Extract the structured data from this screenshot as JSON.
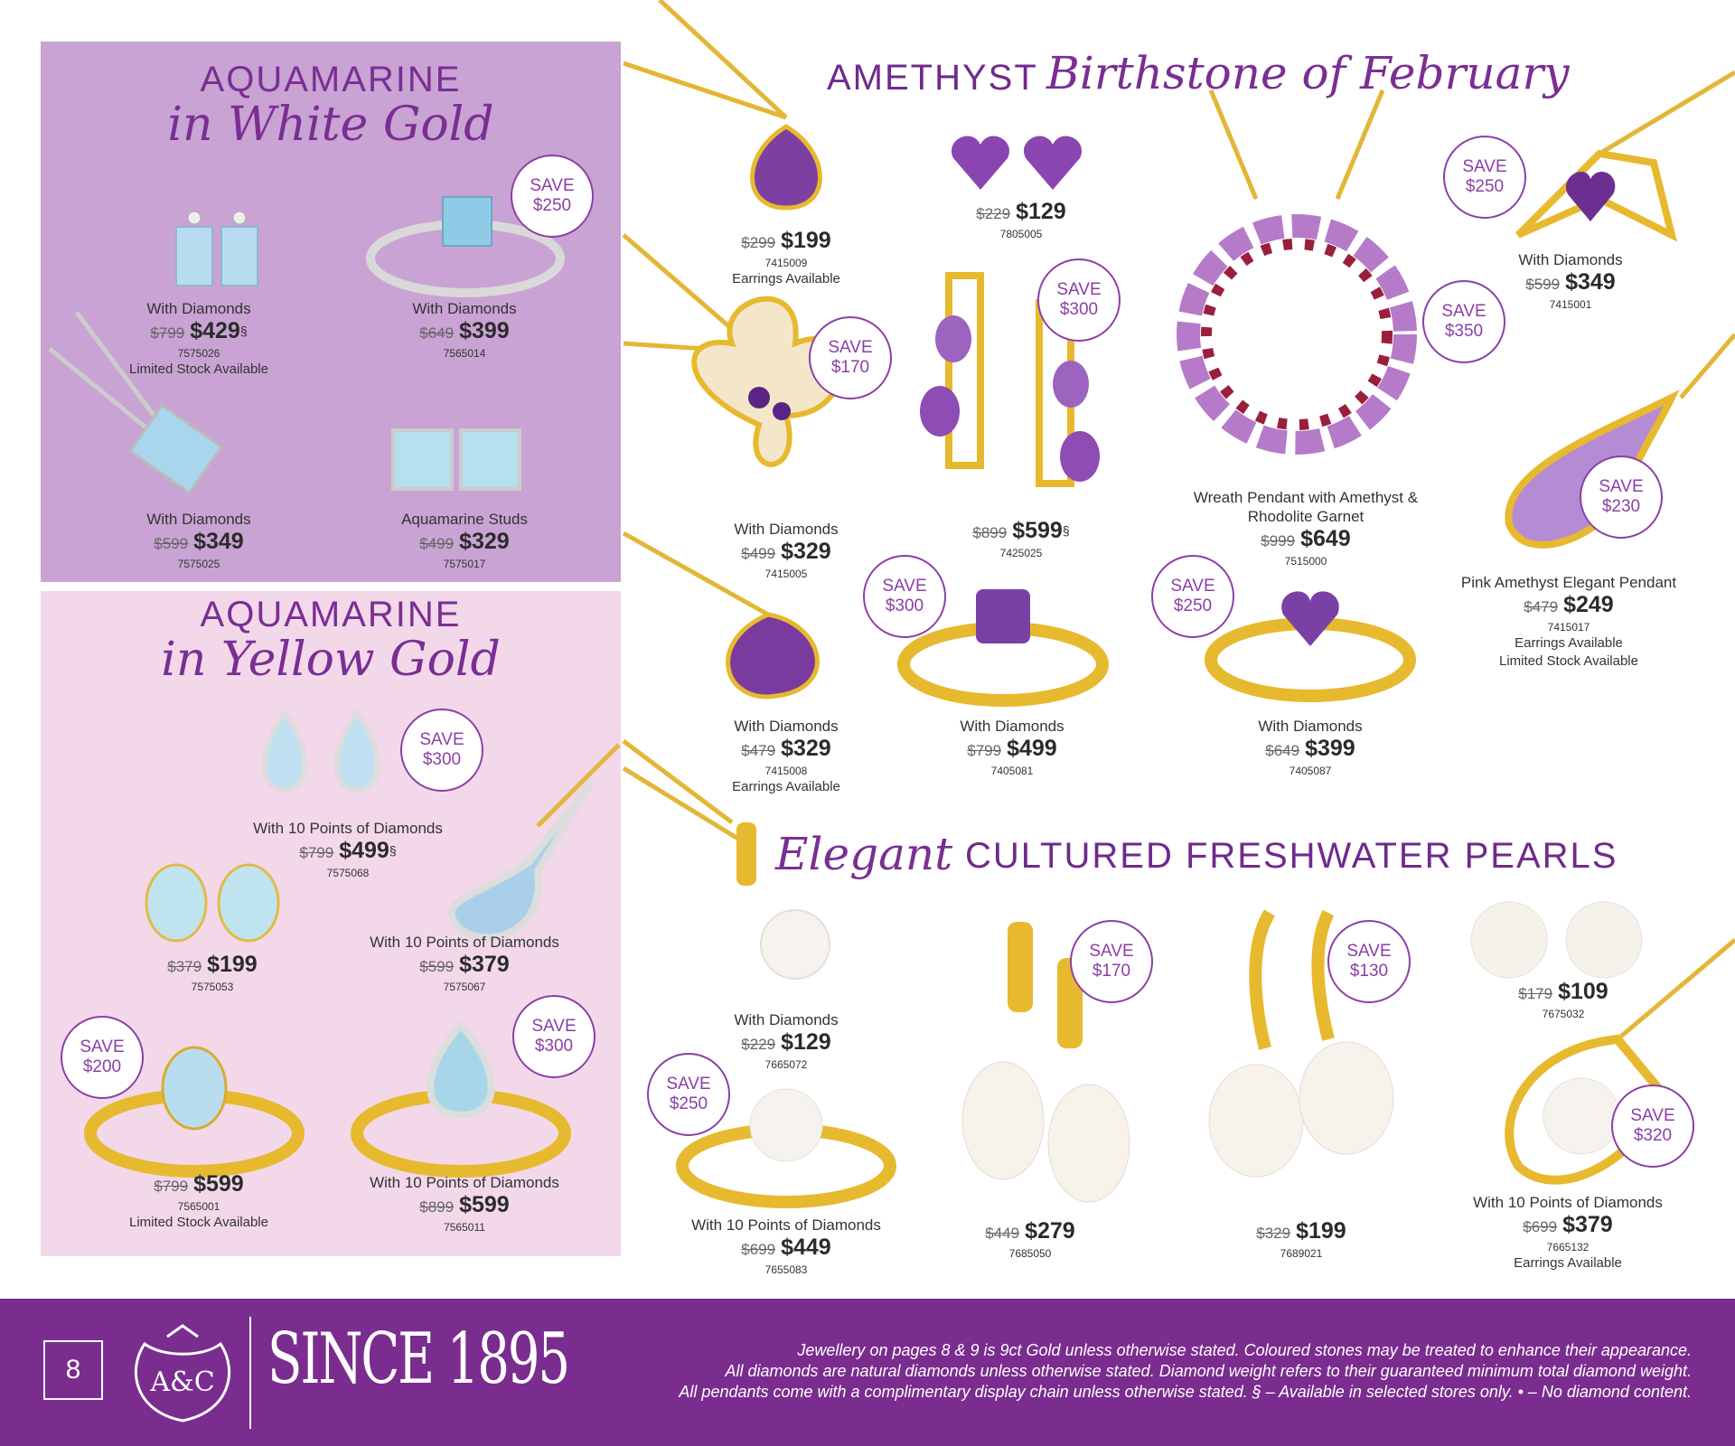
{
  "colors": {
    "purple": "#7b2c8f",
    "lilac_panel": "#c9a3d3",
    "pink_panel": "#f3d8ea",
    "gold": "#e7b92e",
    "amethyst": "#7d3fa0",
    "aquamarine": "#a8d8ec"
  },
  "panel_white_gold": {
    "title": "AQUAMARINE",
    "script": "in White Gold",
    "products": [
      {
        "desc": "With Diamonds",
        "old": "$799",
        "price": "$429",
        "sup": "§",
        "sku": "7575026",
        "note": "Limited Stock Available"
      },
      {
        "desc": "With Diamonds",
        "old": "$649",
        "price": "$399",
        "sku": "7565014"
      },
      {
        "desc": "With Diamonds",
        "old": "$599",
        "price": "$349",
        "sku": "7575025"
      },
      {
        "desc": "Aquamarine Studs",
        "old": "$499",
        "price": "$329",
        "sku": "7575017"
      }
    ],
    "save": [
      {
        "l1": "SAVE",
        "l2": "$250"
      }
    ]
  },
  "panel_yellow_gold": {
    "title": "AQUAMARINE",
    "script": "in Yellow Gold",
    "products": [
      {
        "desc": "With 10 Points of Diamonds",
        "old": "$799",
        "price": "$499",
        "sup": "§",
        "sku": "7575068"
      },
      {
        "desc": "With 10 Points of Diamonds",
        "old": "$599",
        "price": "$379",
        "sku": "7575067"
      },
      {
        "old": "$379",
        "price": "$199",
        "sku": "7575053"
      },
      {
        "old": "$799",
        "price": "$599",
        "sku": "7565001",
        "note": "Limited Stock Available"
      },
      {
        "desc": "With 10 Points of Diamonds",
        "old": "$899",
        "price": "$599",
        "sku": "7565011"
      }
    ],
    "save": [
      {
        "l1": "SAVE",
        "l2": "$300"
      },
      {
        "l1": "SAVE",
        "l2": "$200"
      },
      {
        "l1": "SAVE",
        "l2": "$300"
      }
    ]
  },
  "amethyst": {
    "title": "AMETHYST",
    "script": "Birthstone of February",
    "products": [
      {
        "old": "$299",
        "price": "$199",
        "sku": "7415009",
        "note": "Earrings Available"
      },
      {
        "old": "$229",
        "price": "$129",
        "sku": "7805005"
      },
      {
        "desc": "With Diamonds",
        "old": "$599",
        "price": "$349",
        "sku": "7415001"
      },
      {
        "desc": "With Diamonds",
        "old": "$499",
        "price": "$329",
        "sku": "7415005"
      },
      {
        "old": "$899",
        "price": "$599",
        "sup": "§",
        "sku": "7425025"
      },
      {
        "desc": "Wreath Pendant with Amethyst & Rhodolite Garnet",
        "old": "$999",
        "price": "$649",
        "sku": "7515000"
      },
      {
        "desc": "Pink Amethyst Elegant Pendant",
        "old": "$479",
        "price": "$249",
        "sku": "7415017",
        "note": "Earrings Available",
        "note2": "Limited Stock Available"
      },
      {
        "desc": "With Diamonds",
        "old": "$479",
        "price": "$329",
        "sku": "7415008",
        "note": "Earrings Available"
      },
      {
        "desc": "With Diamonds",
        "old": "$799",
        "price": "$499",
        "sku": "7405081"
      },
      {
        "desc": "With Diamonds",
        "old": "$649",
        "price": "$399",
        "sku": "7405087"
      }
    ],
    "save": [
      {
        "l1": "SAVE",
        "l2": "$250"
      },
      {
        "l1": "SAVE",
        "l2": "$170"
      },
      {
        "l1": "SAVE",
        "l2": "$300"
      },
      {
        "l1": "SAVE",
        "l2": "$350"
      },
      {
        "l1": "SAVE",
        "l2": "$230"
      },
      {
        "l1": "SAVE",
        "l2": "$300"
      },
      {
        "l1": "SAVE",
        "l2": "$250"
      }
    ]
  },
  "pearls": {
    "script": "Elegant",
    "title": "CULTURED FRESHWATER PEARLS",
    "products": [
      {
        "desc": "With Diamonds",
        "old": "$229",
        "price": "$129",
        "sku": "7665072"
      },
      {
        "old": "$179",
        "price": "$109",
        "sku": "7675032"
      },
      {
        "desc": "With 10 Points of Diamonds",
        "old": "$699",
        "price": "$449",
        "sku": "7655083"
      },
      {
        "old": "$449",
        "price": "$279",
        "sku": "7685050"
      },
      {
        "old": "$329",
        "price": "$199",
        "sku": "7689021"
      },
      {
        "desc": "With 10 Points of Diamonds",
        "old": "$699",
        "price": "$379",
        "sku": "7665132",
        "note": "Earrings Available"
      }
    ],
    "save": [
      {
        "l1": "SAVE",
        "l2": "$170"
      },
      {
        "l1": "SAVE",
        "l2": "$130"
      },
      {
        "l1": "SAVE",
        "l2": "$250"
      },
      {
        "l1": "SAVE",
        "l2": "$320"
      }
    ]
  },
  "footer": {
    "page_number": "8",
    "logo_text": "A&C",
    "since": "SINCE 1895",
    "disclaimer_1": "Jewellery on pages 8 & 9 is 9ct Gold unless otherwise stated. Coloured stones may be treated to enhance their appearance.",
    "disclaimer_2": "All diamonds are natural diamonds unless otherwise stated. Diamond weight refers to their guaranteed minimum total diamond weight.",
    "disclaimer_3": "All pendants come with a complimentary display chain unless otherwise stated. § – Available in selected stores only. • – No diamond content."
  }
}
